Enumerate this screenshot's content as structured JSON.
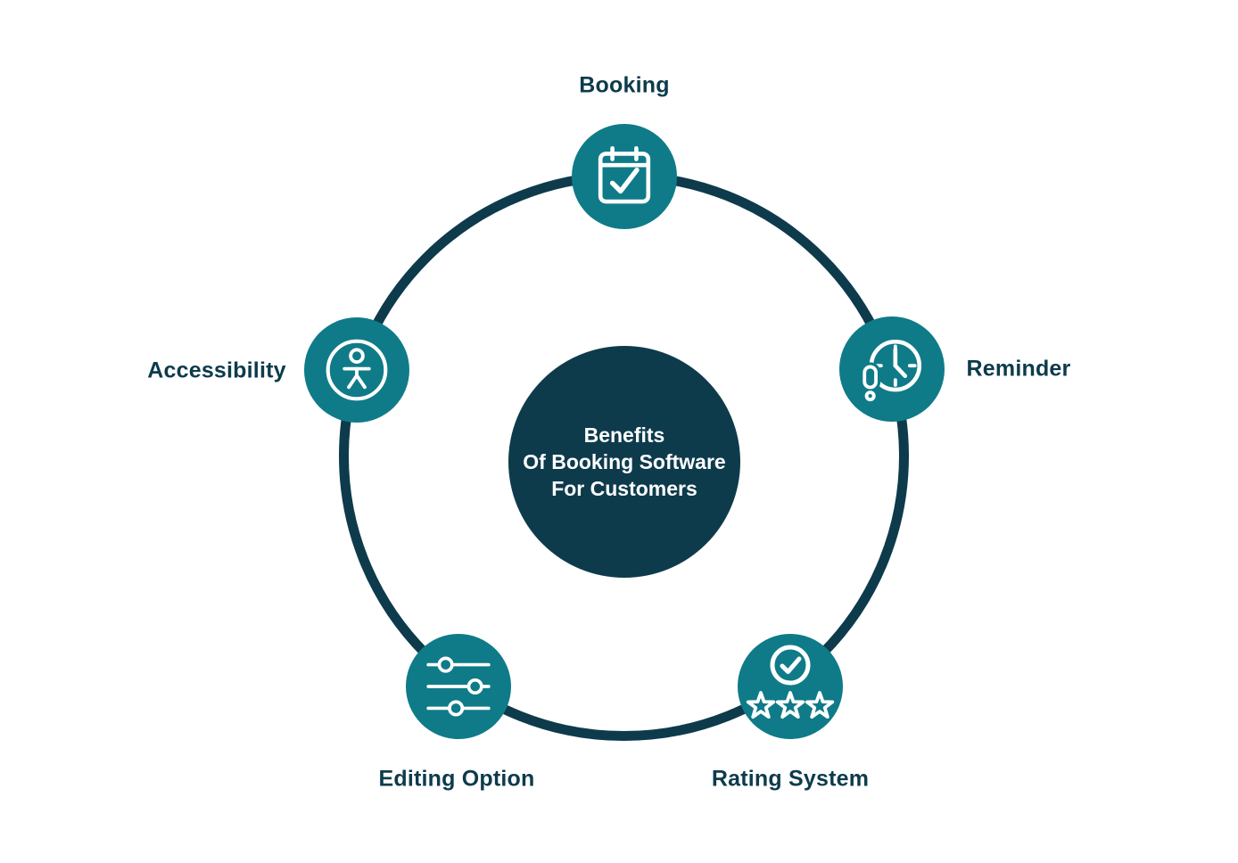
{
  "diagram": {
    "center": {
      "lines": [
        "Benefits",
        "Of Booking Software",
        "For Customers"
      ]
    },
    "nodes": [
      {
        "label": "Booking",
        "icon": "calendar-check-icon",
        "position": "top"
      },
      {
        "label": "Reminder",
        "icon": "clock-alert-icon",
        "position": "right"
      },
      {
        "label": "Rating System",
        "icon": "verified-stars-icon",
        "position": "bottom-right"
      },
      {
        "label": "Editing Option",
        "icon": "sliders-icon",
        "position": "bottom-left"
      },
      {
        "label": "Accessibility",
        "icon": "accessibility-person-icon",
        "position": "left"
      }
    ],
    "colors": {
      "node_teal": "#0f7b89",
      "dark_navy": "#0d3b4c",
      "icon_stroke": "#ffffff",
      "background": "#ffffff"
    }
  }
}
